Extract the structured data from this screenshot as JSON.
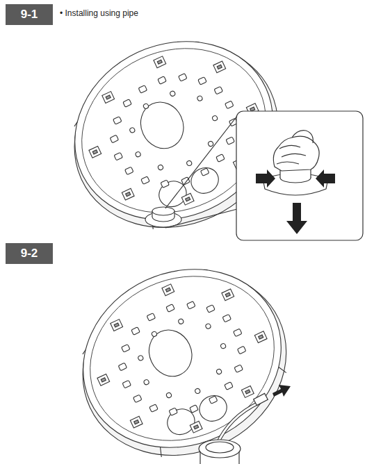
{
  "diagram": {
    "nodes": [
      {
        "text": [
          "9-1"
        ]
      },
      {
        "text": [
          "9-2"
        ]
      }
    ],
    "labels": [
      "• Installing using pipe"
    ]
  }
}
